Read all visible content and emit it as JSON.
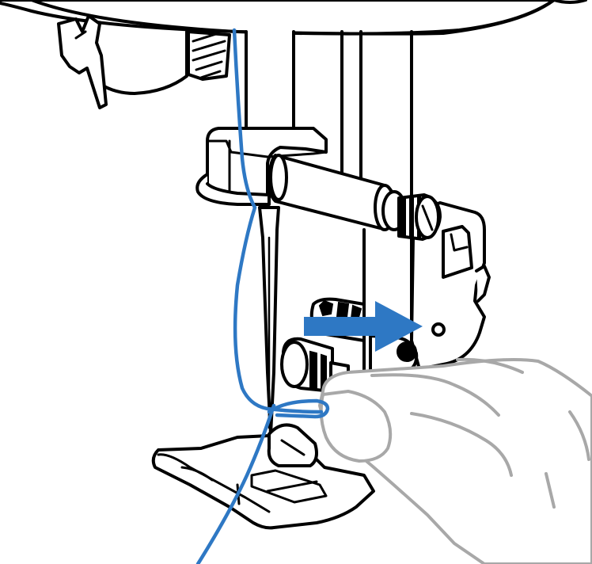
{
  "colors": {
    "thread": "#2e78c4",
    "arrow": "#2e78c4",
    "hand_outline": "#a8a8a8",
    "line_art": "#000000",
    "background": "#ffffff"
  },
  "illustration": {
    "arrow_direction": "right",
    "icons": [
      "sewing-machine-head",
      "needle-bar",
      "needle",
      "presser-foot",
      "thread",
      "hand"
    ]
  }
}
